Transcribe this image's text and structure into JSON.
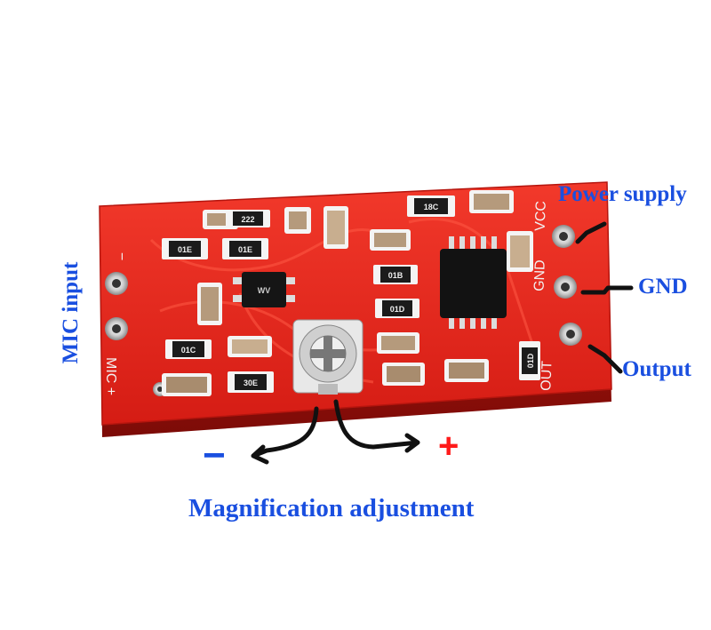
{
  "labels": {
    "power_supply": "Power supply",
    "gnd": "GND",
    "output": "Output",
    "mic_input": "MIC input",
    "magnification": "Magnification adjustment",
    "minus": "−",
    "plus": "+"
  },
  "silkscreen": {
    "vcc": "VCC",
    "gnd": "GND",
    "out": "OUT",
    "mic": "MIC +",
    "minus": "−"
  },
  "component_codes": {
    "r1": "01E",
    "r2": "01E",
    "r3": "222",
    "r4": "18C",
    "r5": "01B",
    "r6": "01D",
    "r7": "01C",
    "r8": "30E",
    "r9": "01D",
    "transistor": "WV"
  },
  "colors": {
    "label_blue": "#1a4fe0",
    "plus_red": "#ff1a1a",
    "pcb_red": "#e5241b",
    "arrow_black": "#111111"
  }
}
